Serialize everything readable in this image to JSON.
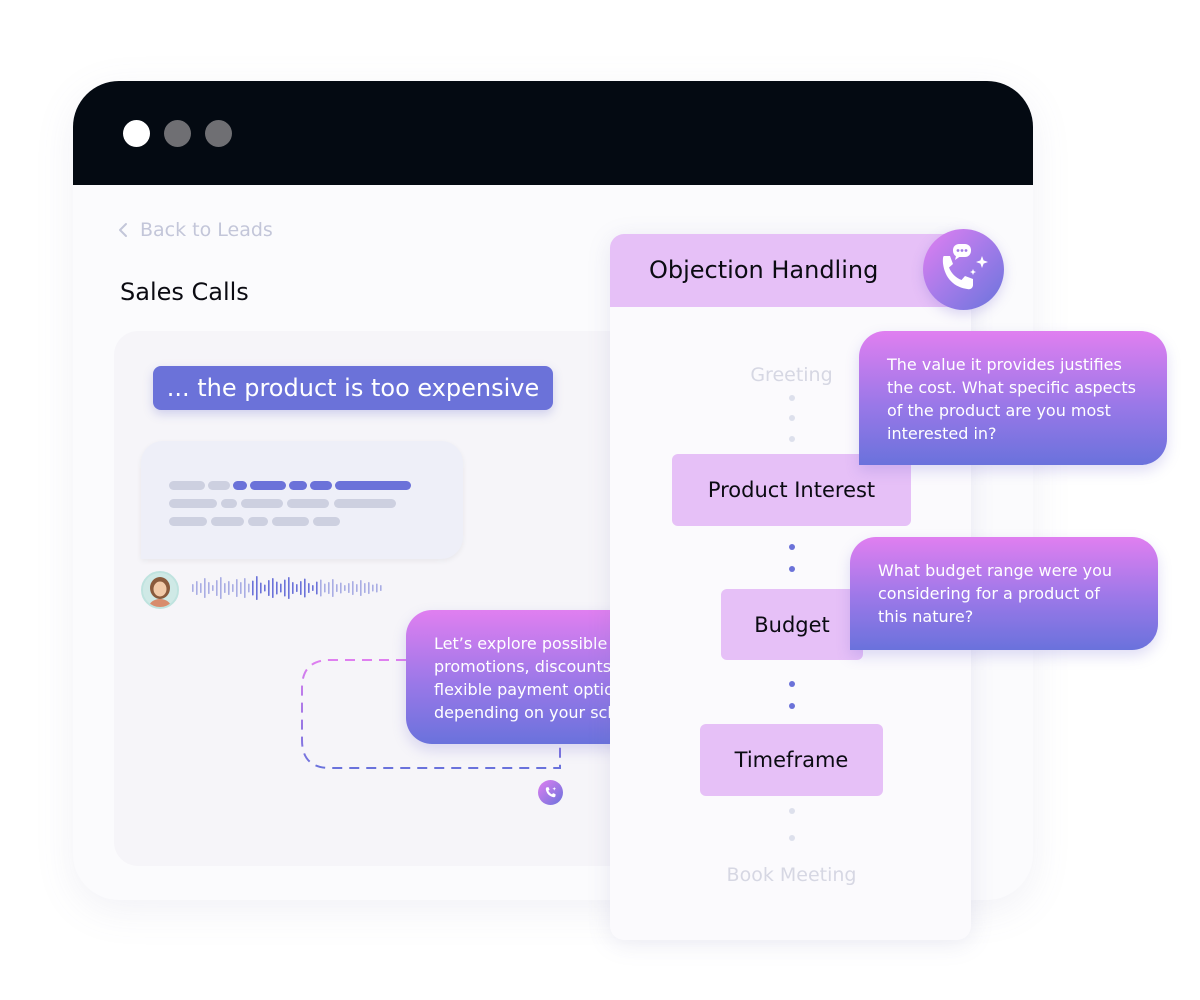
{
  "window": {
    "controls": [
      "close",
      "minimize",
      "maximize"
    ]
  },
  "nav": {
    "back_label": "Back to Leads",
    "back_icon": "chevron-left-icon"
  },
  "page": {
    "title": "Sales Calls"
  },
  "call": {
    "quote": "... the product is too expensive",
    "avatar": "avatar",
    "waveform_icon": "audio-waveform-icon"
  },
  "flow": {
    "title": "Objection Handling",
    "icon": "phone-sparkle-icon",
    "steps": [
      {
        "label": "Greeting",
        "state": "inactive"
      },
      {
        "label": "Product Interest",
        "state": "active"
      },
      {
        "label": "Budget",
        "state": "active"
      },
      {
        "label": "Timeframe",
        "state": "active"
      },
      {
        "label": "Book Meeting",
        "state": "inactive"
      }
    ]
  },
  "bubbles": {
    "product_interest": "The value it provides justifies\nthe cost. What specific aspects\nof the product are you most\ninterested in?",
    "budget": "What budget range were you\nconsidering for a product of\nthis nature?",
    "response": "Let’s explore possible\npromotions, discounts, or\nflexible payment options\ndepending on your schedule..."
  },
  "colors": {
    "accent": "#6b72d9",
    "header_pink": "#e6c0f7",
    "titlebar": "#040a12",
    "bubble_top": "#e07ff0",
    "bubble_bottom": "#6a72dc"
  }
}
